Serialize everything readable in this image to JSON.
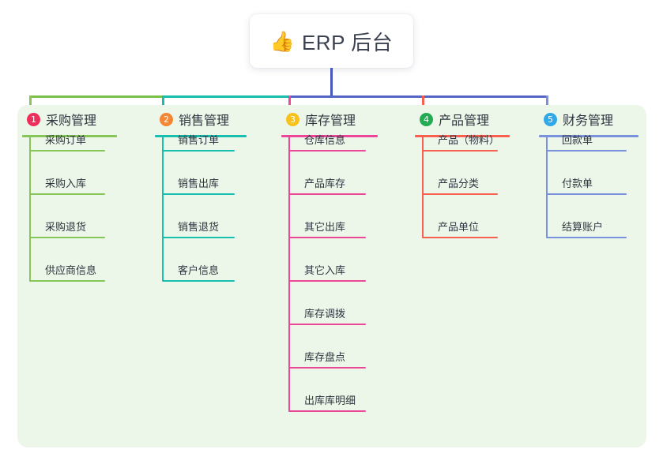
{
  "root": {
    "icon": "thumbs-up-icon",
    "emoji": "👍",
    "title": "ERP 后台"
  },
  "palette": {
    "panel_bg": "#edf7e9",
    "root_text": "#3b4150",
    "bus_left": "#7cc04a",
    "bus_mid": "#18bfae",
    "bus_right": "#5566c4",
    "trunk": "#4457c0"
  },
  "columns": [
    {
      "index": "1",
      "badge_number": "1",
      "badge_color": "#ec2f5b",
      "line_color": "#86c557",
      "title": "采购管理",
      "items": [
        "采购订单",
        "采购入库",
        "采购退货",
        "供应商信息"
      ]
    },
    {
      "index": "2",
      "badge_number": "2",
      "badge_color": "#f58634",
      "line_color": "#18bfae",
      "title": "销售管理",
      "items": [
        "销售订单",
        "销售出库",
        "销售退货",
        "客户信息"
      ]
    },
    {
      "index": "3",
      "badge_number": "3",
      "badge_color": "#f7c21b",
      "line_color": "#ec4899",
      "title": "库存管理",
      "items": [
        "仓库信息",
        "产品库存",
        "其它出库",
        "其它入库",
        "库存调拨",
        "库存盘点",
        "出库库明细"
      ]
    },
    {
      "index": "4",
      "badge_number": "4",
      "badge_color": "#22ab52",
      "line_color": "#f8604f",
      "title": "产品管理",
      "items": [
        "产品（物料）",
        "产品分类",
        "产品单位"
      ]
    },
    {
      "index": "5",
      "badge_number": "5",
      "badge_color": "#31a9e8",
      "line_color": "#7a92db",
      "title": "财务管理",
      "items": [
        "回款单",
        "付款单",
        "结算账户"
      ]
    }
  ]
}
